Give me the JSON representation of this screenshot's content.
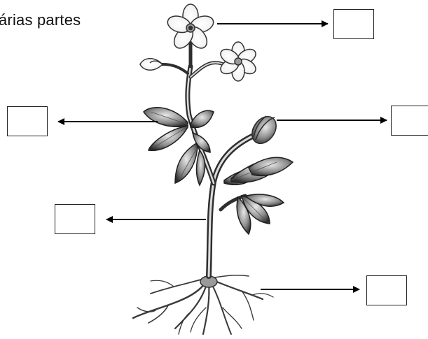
{
  "worksheet": {
    "heading_text": "árias partes"
  },
  "diagram": {
    "subject": "plant-parts",
    "labels": [
      {
        "id": "flower",
        "value": ""
      },
      {
        "id": "bud",
        "value": ""
      },
      {
        "id": "leaf",
        "value": ""
      },
      {
        "id": "stem",
        "value": ""
      },
      {
        "id": "root",
        "value": ""
      }
    ],
    "colors": {
      "line": "#000000",
      "plant_dark": "#2a2a2a",
      "plant_mid": "#7a7a7a",
      "plant_light": "#d9d9d9"
    }
  }
}
